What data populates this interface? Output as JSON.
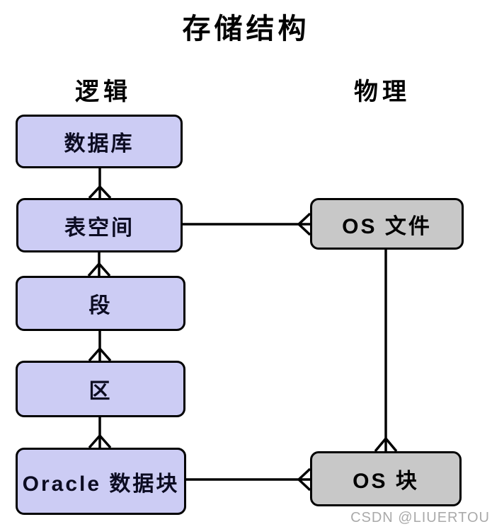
{
  "title": "存储结构",
  "columns": {
    "logical": "逻辑",
    "physical": "物理"
  },
  "nodes": {
    "database": {
      "label": "数据库"
    },
    "tablespace": {
      "label": "表空间"
    },
    "segment": {
      "label": "段"
    },
    "extent": {
      "label": "区"
    },
    "oracle_block": {
      "label": "Oracle 数据块"
    },
    "os_file": {
      "label": "OS 文件"
    },
    "os_block": {
      "label": "OS 块"
    }
  },
  "edges": [
    {
      "from": "数据库",
      "to": "表空间",
      "cardinality": "one-to-many",
      "many_end": "表空间"
    },
    {
      "from": "表空间",
      "to": "段",
      "cardinality": "one-to-many",
      "many_end": "段"
    },
    {
      "from": "段",
      "to": "区",
      "cardinality": "one-to-many",
      "many_end": "区"
    },
    {
      "from": "区",
      "to": "Oracle 数据块",
      "cardinality": "one-to-many",
      "many_end": "Oracle 数据块"
    },
    {
      "from": "表空间",
      "to": "OS 文件",
      "cardinality": "one-to-many",
      "many_end": "OS 文件"
    },
    {
      "from": "OS 文件",
      "to": "OS 块",
      "cardinality": "one-to-many",
      "many_end": "OS 块"
    },
    {
      "from": "Oracle 数据块",
      "to": "OS 块",
      "cardinality": "one-to-many",
      "many_end": "OS 块"
    }
  ],
  "colors": {
    "logical_node_fill": "#ccccf4",
    "physical_node_fill": "#c8c8c8",
    "node_border": "#000000",
    "connector": "#000000",
    "watermark_text": "#aaaaaa"
  },
  "watermark": "CSDN @LIUERTOU"
}
